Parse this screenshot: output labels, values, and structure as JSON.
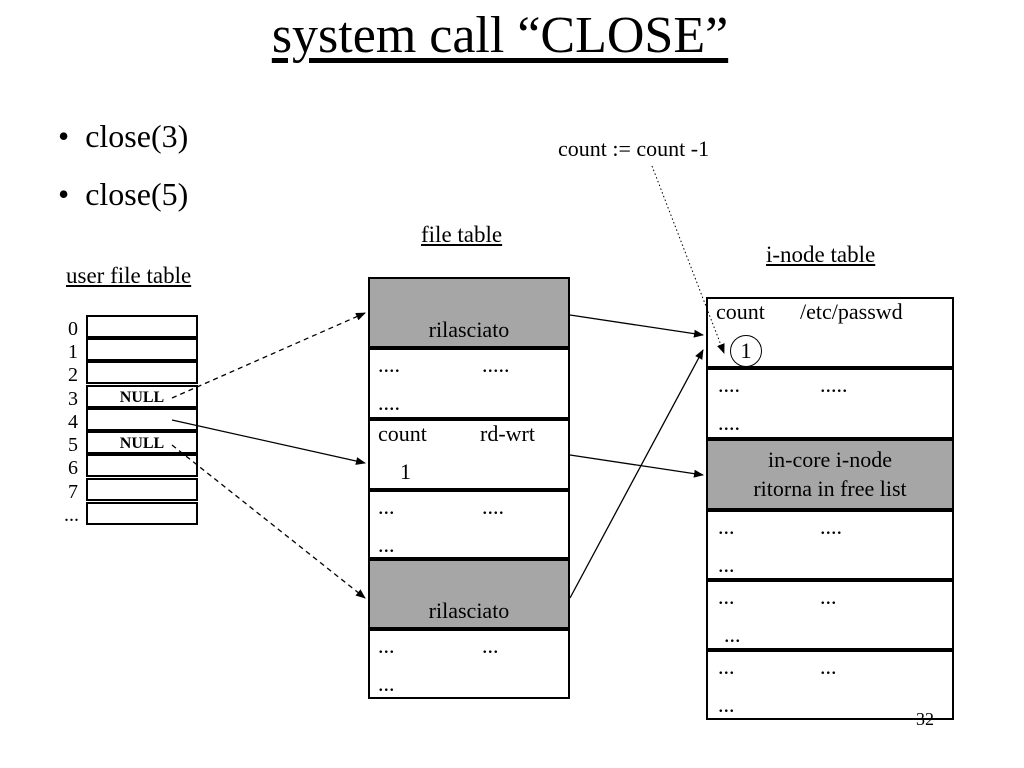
{
  "title": "system call “CLOSE”",
  "bullets": [
    "close(3)",
    "close(5)"
  ],
  "annotation": "count := count -1",
  "user_file_table": {
    "caption": "user file table",
    "indices": [
      "0",
      "1",
      "2",
      "3",
      "4",
      "5",
      "6",
      "7",
      "..."
    ],
    "cells": [
      "",
      "",
      "",
      "NULL",
      "",
      "NULL",
      "",
      "",
      ""
    ]
  },
  "file_table": {
    "caption": "file table",
    "entry1": {
      "label": "rilasciato"
    },
    "entry2": {
      "c1": "....",
      "c2": ".....",
      "c3": "...."
    },
    "entry3": {
      "col1": "count",
      "col2": "rd-wrt",
      "count": "1"
    },
    "entry4": {
      "c1": "...",
      "c2": "....",
      "c3": "..."
    },
    "entry5": {
      "label": "rilasciato"
    },
    "entry6": {
      "c1": "...",
      "c2": "...",
      "c3": "..."
    }
  },
  "inode_table": {
    "caption": "i-node table",
    "entry1": {
      "col1": "count",
      "col2": "/etc/passwd",
      "count": "1"
    },
    "entry2": {
      "c1": "....",
      "c2": ".....",
      "c3": "...."
    },
    "entry3": {
      "line1": "in-core i-node",
      "line2": "ritorna in free list"
    },
    "entry4": {
      "c1": "...",
      "c2": "....",
      "c3": "..."
    },
    "entry5": {
      "c1": "...",
      "c2": "...",
      "c3": "..."
    },
    "entry6": {
      "c1": "...",
      "c2": "...",
      "c3": "..."
    }
  },
  "page_number": "32",
  "colors": {
    "released_fill": "#a6a6a6",
    "line": "#000000"
  }
}
